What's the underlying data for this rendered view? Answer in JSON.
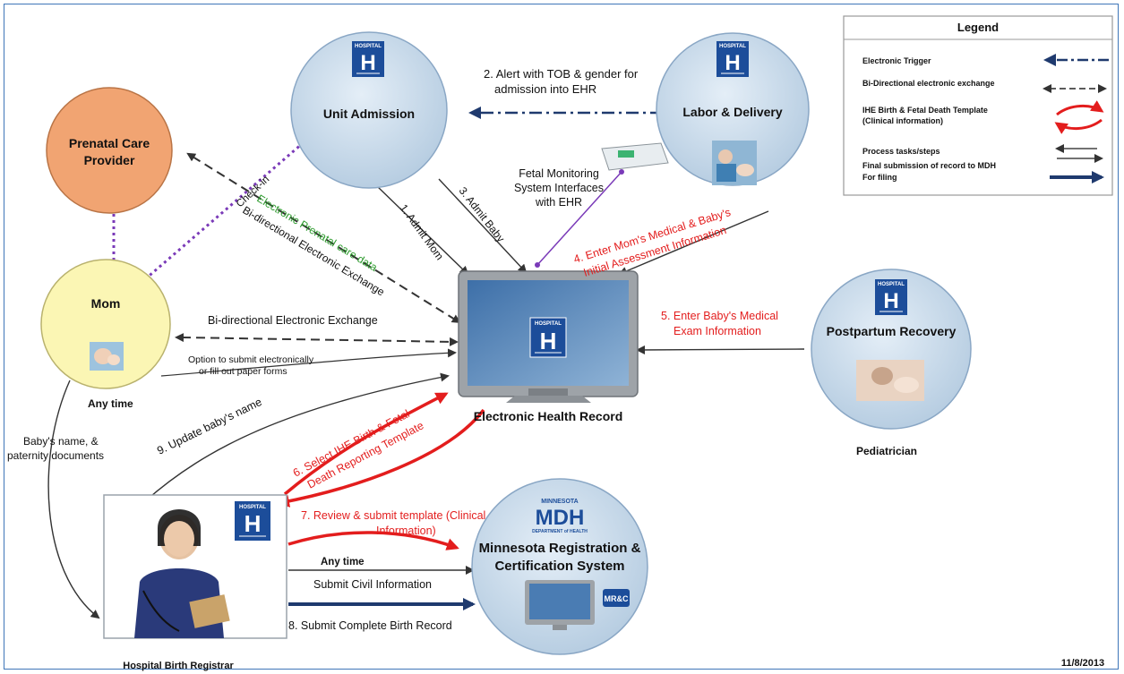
{
  "nodes": {
    "unit_admission": "Unit Admission",
    "labor_delivery": "Labor & Delivery",
    "prenatal_line1": "Prenatal Care",
    "prenatal_line2": "Provider",
    "mom": "Mom",
    "postpartum": "Postpartum Recovery",
    "pediatrician": "Pediatrician",
    "ehr": "Electronic Health Record",
    "registrar": "Hospital Birth Registrar",
    "mrc_line1": "Minnesota Registration &",
    "mrc_line2": "Certification System"
  },
  "logos": {
    "hospital_top": "HOSPITAL",
    "hospital_letter": "H",
    "mdh_top": "MINNESOTA",
    "mdh_letters": "MDH",
    "mdh_bottom": "DEPARTMENT of HEALTH",
    "mrc": "MR&C"
  },
  "labels": {
    "alert_line1": "2. Alert with TOB & gender for",
    "alert_line2": "admission into EHR",
    "checkin": "Check-in",
    "prenatal_data": "Electronic Prenatal care data",
    "bidir_diag": "Bi-directional Electronic Exchange",
    "admit_mom": "1. Admit Mom",
    "admit_baby": "3. Admit Baby",
    "fetal_line1": "Fetal Monitoring",
    "fetal_line2": "System Interfaces",
    "fetal_line3": "with EHR",
    "enter4_line1": "4. Enter Mom's Medical & Baby's",
    "enter4_line2": "Initial Assessment Information",
    "bidir_mom": "Bi-directional Electronic Exchange",
    "option_line1": "Option to submit electronically",
    "option_line2": "or fill out paper forms",
    "enter5_line1": "5. Enter Baby's Medical",
    "enter5_line2": "Exam Information",
    "any_time_left": "Any time",
    "babys_name_line1": "Baby's name, &",
    "babys_name_line2": "paternity documents",
    "update_name": "9. Update baby's name",
    "select6_line1": "6. Select IHE Birth & Fetal",
    "select6_line2": "Death Reporting Template",
    "review7_line1": "7. Review & submit template (Clinical",
    "review7_line2": "Information)",
    "any_time_bottom": "Any time",
    "submit_civil": "Submit Civil Information",
    "submit_complete": "8. Submit Complete Birth Record",
    "date": "11/8/2013"
  },
  "legend": {
    "title": "Legend",
    "items": [
      {
        "label": "Electronic Trigger"
      },
      {
        "label": "Bi-Directional electronic exchange"
      },
      {
        "label": "IHE Birth & Fetal Death Template"
      },
      {
        "label": "(Clinical information)"
      },
      {
        "label": "Process tasks/steps"
      },
      {
        "label": "Final submission of record to MDH"
      },
      {
        "label": "For filing"
      }
    ]
  },
  "colors": {
    "circle_blue": "#c8d9ea",
    "circle_orange": "#f1a472",
    "circle_yellow": "#fbf6b4",
    "hospital_blue": "#1c4d9a",
    "navy_arrow": "#1f3a6e",
    "red_arrow": "#e31d1d",
    "dotted_purple": "#7a3ab8"
  }
}
